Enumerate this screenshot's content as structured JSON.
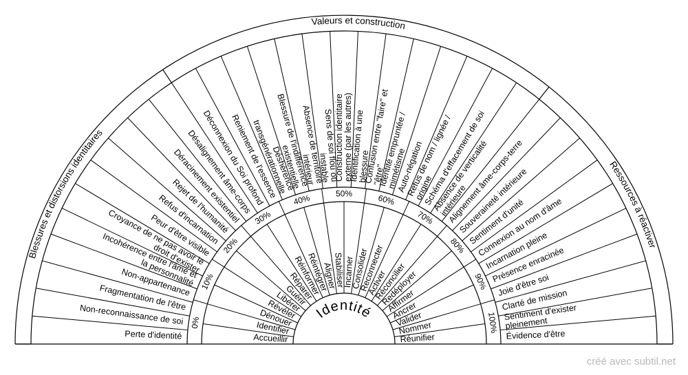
{
  "diagram": {
    "center_label": "Identité",
    "group_labels": [
      "Blessures et distorsions identitaires",
      "Valeurs et construction",
      "Ressources à réactiver"
    ],
    "percentages": [
      "0%",
      "10%",
      "20%",
      "30%",
      "40%",
      "50%",
      "60%",
      "70%",
      "80%",
      "90%",
      "100%"
    ],
    "outer_items": [
      "Perte d'identité",
      "Non-reconnaissance de soi",
      "Fragmentation de l'être",
      "Non-appartenance",
      "Incohérence entre l'âme et la personnalité",
      "Croyance de ne pas avoir le droit d'exister",
      "Peur d'être visible",
      "Refus d'incarnation",
      "Rejet de l'humanité",
      "Déracinement existentiel",
      "Désalignement âme-corps",
      "Déconnexion du Soi profond",
      "Reniement de l'essence",
      "Déshérence transgénérationnelle",
      "Blessure de l'indifférence existentielle",
      "Absence de territoire intérieur",
      "Sens de soi flou ou instable",
      "Construction identitaire externe (par les autres)",
      "Identification à une blessure",
      "Confusion entre \"faire\" et \"être\"",
      "Identité empruntée / mimétisme",
      "Auto-négation",
      "Refus de nom / lignée / origine",
      "Schéma d'effacement de soi",
      "Absence de verticalité intérieure",
      "Alignement âme-corps-terre",
      "Souveraineté intérieure",
      "Sentiment d'unité",
      "Connexion au nom d'âme",
      "Incarnation pleine",
      "Présence enracinée",
      "Joie d'être soi",
      "Clarté de mission",
      "Sentiment d'exister pleinement",
      "Évidence d'être"
    ],
    "inner_items": [
      "Accueillir",
      "Identifier",
      "Dénouer",
      "Révéler",
      "Libérer",
      "Guérir",
      "Réparer",
      "Réinformer",
      "Réintégrer",
      "Aligner",
      "Stabiliser",
      "Incarner",
      "Consolider",
      "Reconnecter",
      "Activer",
      "Réconcilier",
      "Redéployer",
      "Affirmer",
      "Ancrer",
      "Valider",
      "Nommer",
      "Réunifier"
    ],
    "group_divisions": [
      0,
      11,
      25,
      35
    ]
  },
  "watermark": "créé avec subtil.net"
}
